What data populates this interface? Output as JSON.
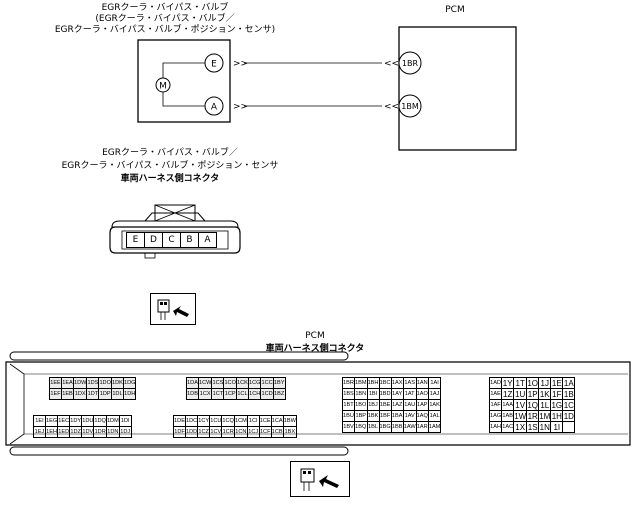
{
  "top": {
    "valve_label_lines": [
      "EGRクーラ・バイパス・バルブ",
      "(EGRクーラ・バイパス・バルブ／",
      "EGRクーラ・バイパス・バルブ・ポジション・センサ)"
    ],
    "pcm_label": "PCM",
    "motor_symbol": "M",
    "valve_pins": [
      "E",
      "A"
    ],
    "pcm_pins": [
      "1BR",
      "1BM"
    ]
  },
  "harness": {
    "label_lines": [
      "EGRクーラ・バイパス・バルブ／",
      "EGRクーラ・バイパス・バルブ・ポジション・センサ",
      "車両ハーネス側コネクタ"
    ],
    "pins": [
      "E",
      "D",
      "C",
      "B",
      "A"
    ]
  },
  "pcm_connector": {
    "label_lines": [
      "PCM",
      "車両ハーネス側コネクタ"
    ],
    "block1": [
      [
        "1EE",
        "1EA",
        "1DW",
        "1DS",
        "1DO",
        "1DK",
        "1DG"
      ],
      [
        "1EF",
        "1EB",
        "1DX",
        "1DT",
        "1DP",
        "1DL",
        "1DH"
      ]
    ],
    "block2": [
      [
        "1DA",
        "1CW",
        "1CS",
        "1CO",
        "1CK",
        "1CG",
        "1CC",
        "1BY"
      ],
      [
        "1DB",
        "1CX",
        "1CT",
        "1CP",
        "1CL",
        "1CH",
        "1CD",
        "1BZ"
      ]
    ],
    "block3": [
      [
        "1EI",
        "1EG",
        "1EC",
        "1DY",
        "1DU",
        "1DQ",
        "1DM",
        "1DI"
      ],
      [
        "1EJ",
        "1EH",
        "1ED",
        "1DZ",
        "1DV",
        "1DR",
        "1DN",
        "1DJ"
      ]
    ],
    "block4": [
      [
        "1DE",
        "1DC",
        "1CY",
        "1CU",
        "1CQ",
        "1CM",
        "1CI",
        "1CE",
        "1CA",
        "1BW"
      ],
      [
        "1DF",
        "1DD",
        "1CZ",
        "1CV",
        "1CR",
        "1CN",
        "1CJ",
        "1CF",
        "1CB",
        "1BX"
      ]
    ],
    "block5": [
      [
        "1BR",
        "1BM",
        "1BH",
        "1BC",
        "1AX",
        "1AS",
        "1AN",
        "1AI"
      ],
      [
        "1BS",
        "1BN",
        "1BI",
        "1BD",
        "1AY",
        "1AT",
        "1AO",
        "1AJ"
      ],
      [
        "1BT",
        "1BO",
        "1BJ",
        "1BE",
        "1AZ",
        "1AU",
        "1AP",
        "1AK"
      ],
      [
        "1BU",
        "1BP",
        "1BK",
        "1BF",
        "1BA",
        "1AV",
        "1AQ",
        "1AL"
      ],
      [
        "1BV",
        "1BQ",
        "1BL",
        "1BG",
        "1BB",
        "1AW",
        "1AR",
        "1AM"
      ]
    ],
    "block6": [
      [
        "1AD",
        "1Y",
        "1T",
        "1O",
        "1J",
        "1E",
        "1A"
      ],
      [
        "1AE",
        "1Z",
        "1U",
        "1P",
        "1K",
        "1F",
        "1B"
      ],
      [
        "1AF",
        "1AA",
        "1V",
        "1Q",
        "1L",
        "1G",
        "1C"
      ],
      [
        "1AG",
        "1AB",
        "1W",
        "1R",
        "1M",
        "1H",
        "1D"
      ],
      [
        "1AH",
        "1AC",
        "1X",
        "1S",
        "1N",
        "1I",
        ""
      ]
    ]
  }
}
